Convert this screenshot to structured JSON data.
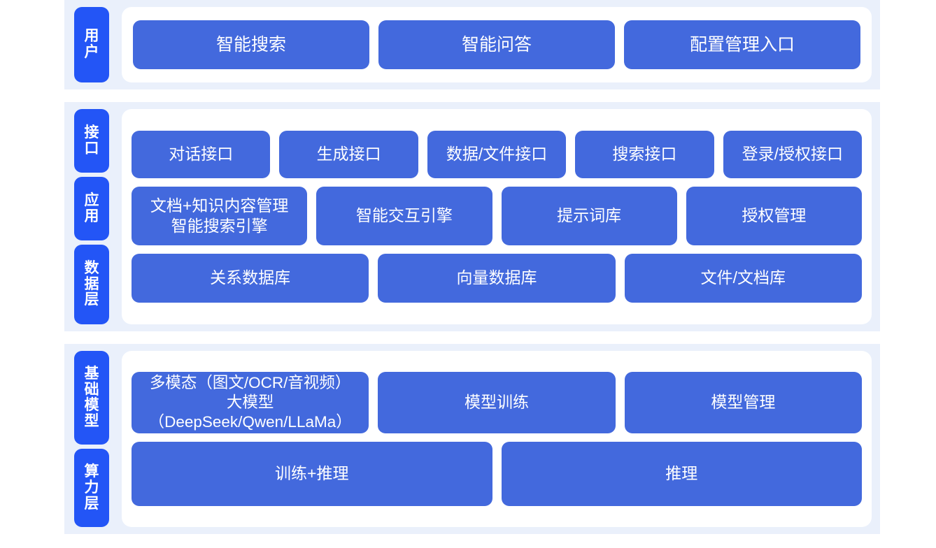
{
  "colors": {
    "band_background": "#eaf0fb",
    "panel_background": "#ffffff",
    "layer_chip": "#2355f6",
    "node": "#4369dd",
    "node_text": "#ffffff"
  },
  "sections": [
    {
      "id": "user",
      "layers": [
        {
          "label": "用户",
          "chars": [
            "用",
            "户"
          ]
        }
      ],
      "rows": [
        {
          "id": "user-entries",
          "nodes": [
            {
              "lines": [
                "智能搜索"
              ]
            },
            {
              "lines": [
                "智能问答"
              ]
            },
            {
              "lines": [
                "配置管理入口"
              ]
            }
          ]
        }
      ]
    },
    {
      "id": "core",
      "layers": [
        {
          "label": "接口",
          "chars": [
            "接",
            "口"
          ]
        },
        {
          "label": "应用",
          "chars": [
            "应",
            "用"
          ]
        },
        {
          "label": "数据层",
          "chars": [
            "数",
            "据",
            "层"
          ]
        }
      ],
      "rows": [
        {
          "id": "interface",
          "nodes": [
            {
              "lines": [
                "对话接口"
              ]
            },
            {
              "lines": [
                "生成接口"
              ]
            },
            {
              "lines": [
                "数据/文件接口"
              ]
            },
            {
              "lines": [
                "搜索接口"
              ]
            },
            {
              "lines": [
                "登录/授权接口"
              ]
            }
          ]
        },
        {
          "id": "app",
          "nodes": [
            {
              "lines": [
                "文档+知识内容管理",
                "智能搜索引擎"
              ]
            },
            {
              "lines": [
                "智能交互引擎"
              ]
            },
            {
              "lines": [
                "提示词库"
              ]
            },
            {
              "lines": [
                "授权管理"
              ]
            }
          ]
        },
        {
          "id": "data",
          "nodes": [
            {
              "lines": [
                "关系数据库"
              ]
            },
            {
              "lines": [
                "向量数据库"
              ]
            },
            {
              "lines": [
                "文件/文档库"
              ]
            }
          ]
        }
      ]
    },
    {
      "id": "infra",
      "layers": [
        {
          "label": "基础模型",
          "chars": [
            "基",
            "础",
            "模",
            "型"
          ]
        },
        {
          "label": "算力层",
          "chars": [
            "算",
            "力",
            "层"
          ]
        }
      ],
      "rows": [
        {
          "id": "model",
          "nodes": [
            {
              "lines": [
                "多模态（图文/OCR/音视频）",
                "大模型（DeepSeek/Qwen/LLaMa）"
              ]
            },
            {
              "lines": [
                "模型训练"
              ]
            },
            {
              "lines": [
                "模型管理"
              ]
            }
          ]
        },
        {
          "id": "compute",
          "nodes": [
            {
              "lines": [
                "训练+推理"
              ]
            },
            {
              "lines": [
                "推理"
              ]
            }
          ]
        }
      ]
    }
  ]
}
